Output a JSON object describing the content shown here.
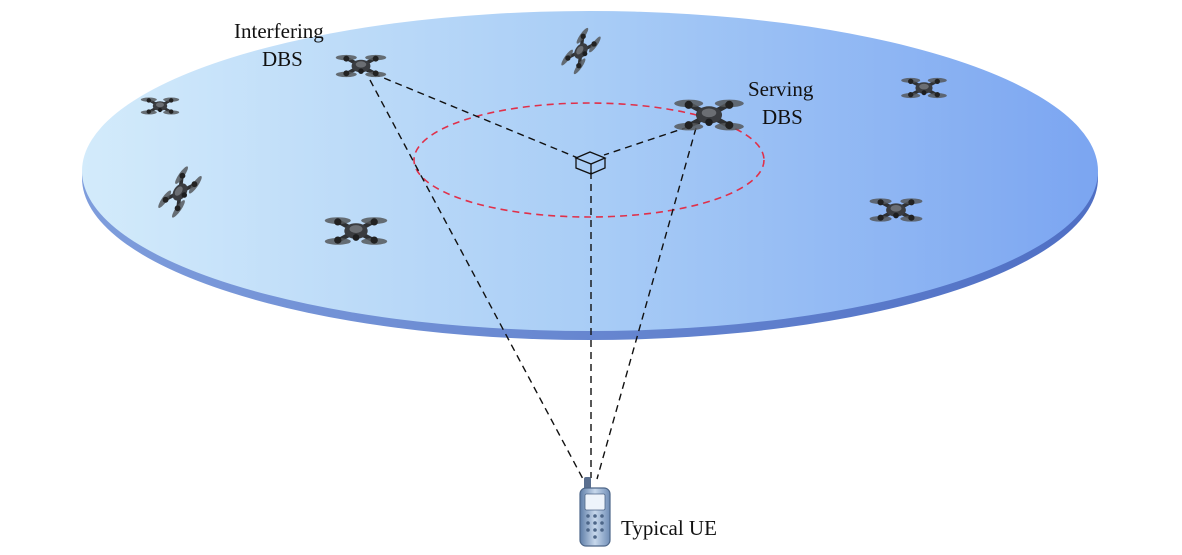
{
  "labels": {
    "interfering_line1": "Interfering",
    "interfering_line2": "DBS",
    "serving_line1": "Serving",
    "serving_line2": "DBS",
    "ue": "Typical UE"
  },
  "colors": {
    "disk_light": "#cfe8fb",
    "disk_mid": "#a4c9f6",
    "disk_dark": "#7da7f2",
    "disk_edge": "#5f7fd0",
    "coverage_circle": "#e0304a",
    "link_line": "#111111",
    "drone_body": "#3b3d40",
    "phone_body": "#8aa6c8"
  },
  "drones": [
    {
      "id": "interfering",
      "role": "interfering"
    },
    {
      "id": "top-center",
      "role": "other"
    },
    {
      "id": "serving",
      "role": "serving"
    },
    {
      "id": "right-top",
      "role": "other"
    },
    {
      "id": "left-small",
      "role": "other"
    },
    {
      "id": "left-mid",
      "role": "other"
    },
    {
      "id": "center-left",
      "role": "other"
    },
    {
      "id": "right-mid",
      "role": "other"
    }
  ]
}
